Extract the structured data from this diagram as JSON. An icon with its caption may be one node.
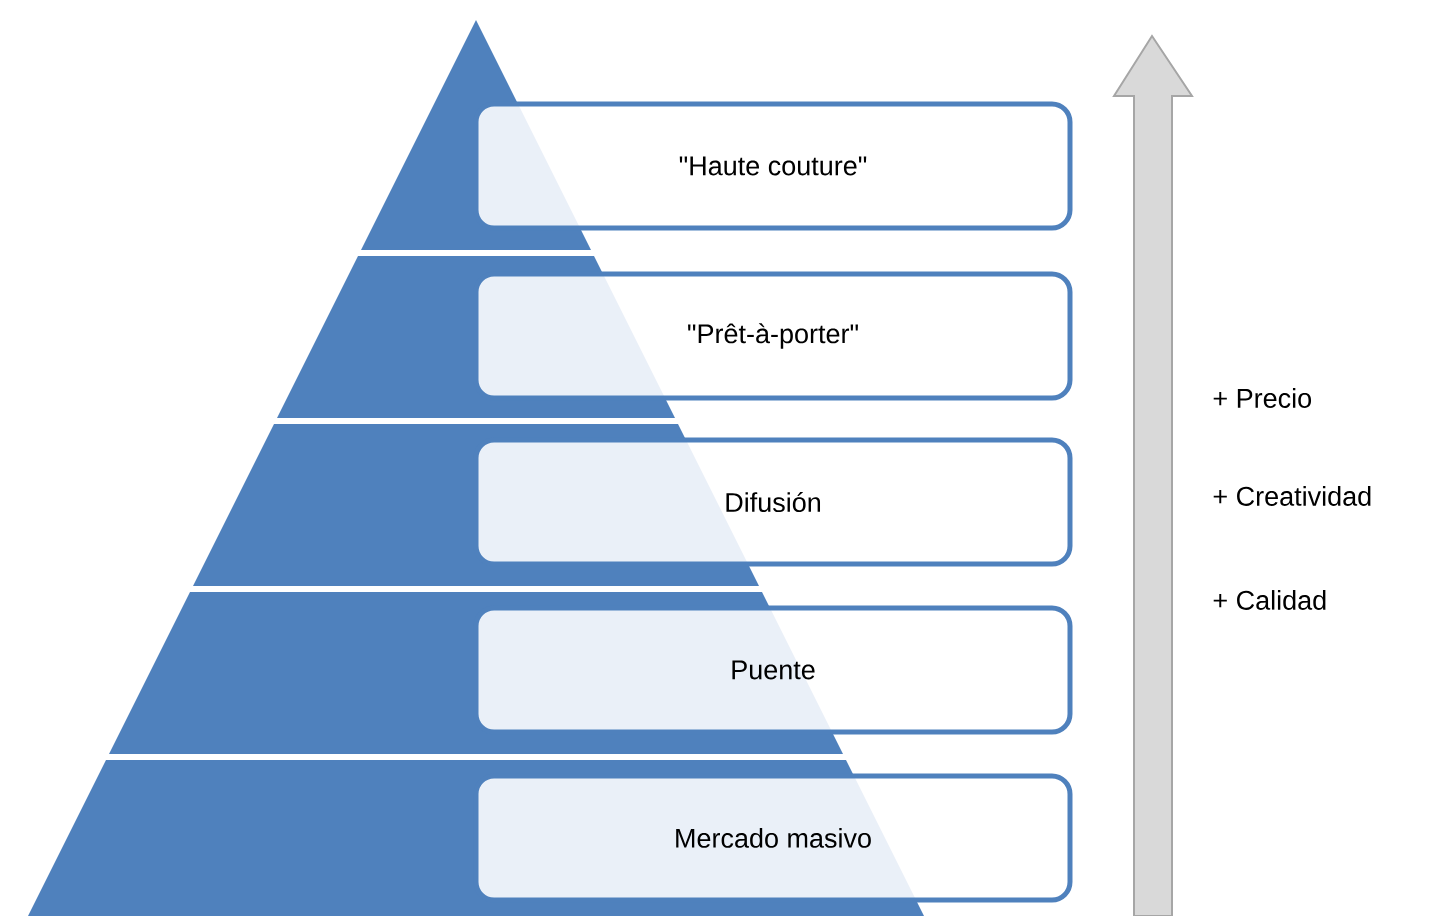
{
  "diagram": {
    "nodes": [
      {
        "text": [
          "\"Haute couture\""
        ]
      },
      {
        "text": [
          "\"Prêt-à-porter\""
        ]
      },
      {
        "text": [
          "Difusión"
        ]
      },
      {
        "text": [
          "Puente"
        ]
      },
      {
        "text": [
          "Mercado masivo"
        ]
      }
    ],
    "labels": [
      "+ Precio",
      "+ Creatividad",
      "+ Calidad"
    ]
  }
}
